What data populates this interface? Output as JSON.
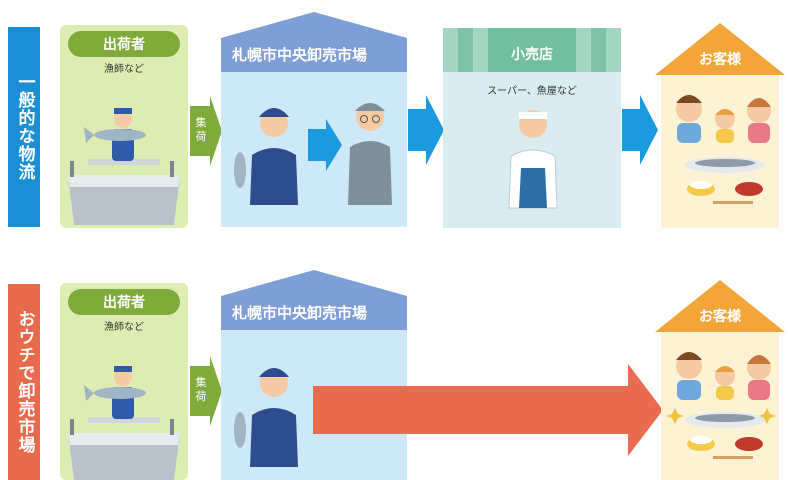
{
  "row1": {
    "side_label": "一般的な物流",
    "shipper": {
      "title": "出荷者",
      "subtitle": "漁師など"
    },
    "collect": "集荷",
    "market": {
      "title": "札幌市中央卸売市場"
    },
    "retail": {
      "title": "小売店",
      "subtitle": "スーパー、魚屋など"
    },
    "customer": {
      "title": "お客様"
    }
  },
  "row2": {
    "side_label": "おウチで卸売市場",
    "shipper": {
      "title": "出荷者",
      "subtitle": "漁師など"
    },
    "collect": "集荷",
    "market": {
      "title": "札幌市中央卸売市場"
    },
    "customer": {
      "title": "お客様"
    }
  },
  "colors": {
    "row1_tab": "#1a8fd6",
    "row2_tab": "#e9694d",
    "green": "#7eab3a",
    "market_blue": "#7d9ed6",
    "light_blue": "#cde8f8",
    "flow_arrow": "#1b9ae0",
    "direct_arrow": "#eb6b50",
    "house_orange": "#f3a53a",
    "house_cream": "#fdf3d4"
  }
}
